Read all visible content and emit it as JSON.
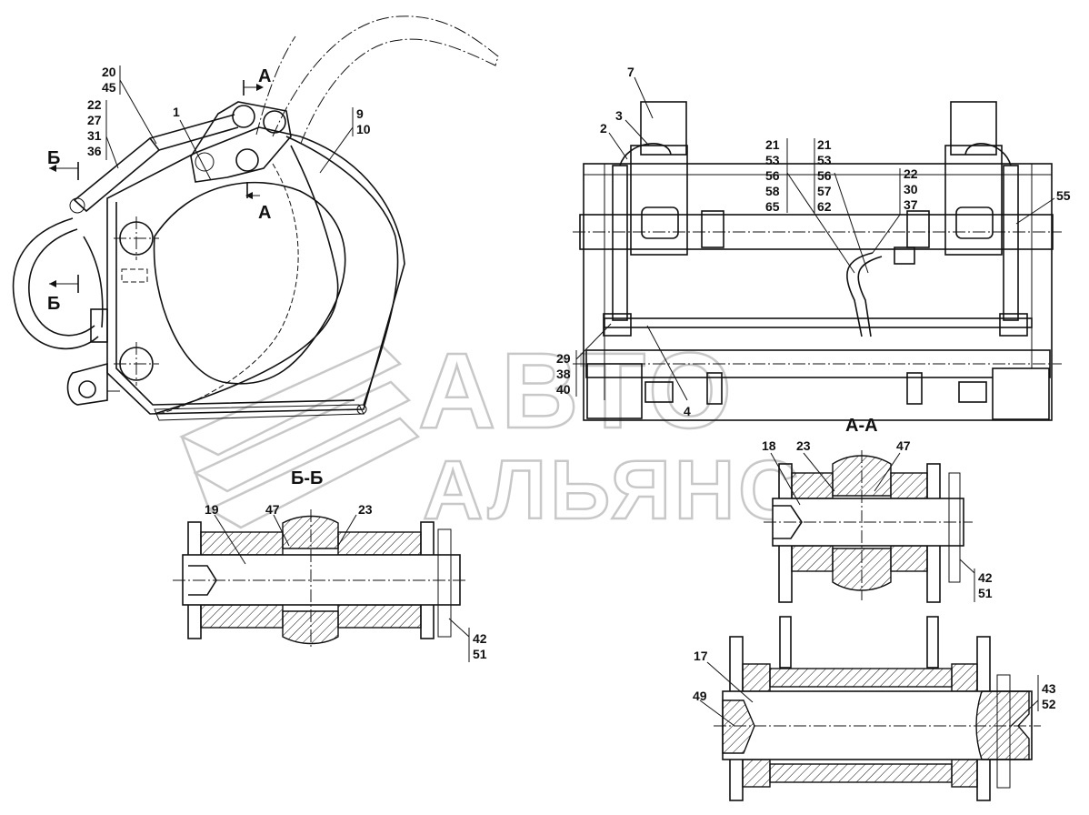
{
  "watermark": {
    "line1": "АВТО",
    "line2": "АЛЬЯНС"
  },
  "section_titles": {
    "a_a": "А-А",
    "b_b": "Б-Б",
    "cut_a": "А",
    "cut_b": "Б"
  },
  "side_view_labels": {
    "l20_45": [
      "20",
      "45"
    ],
    "l22_27_31_36": [
      "22",
      "27",
      "31",
      "36"
    ],
    "l1": "1",
    "l9_10": [
      "9",
      "10"
    ]
  },
  "front_view_labels": {
    "l7": "7",
    "l3": "3",
    "l2": "2",
    "l21_53_56_58_65": [
      "21",
      "53",
      "56",
      "58",
      "65"
    ],
    "l21_53_56_57_62": [
      "21",
      "53",
      "56",
      "57",
      "62"
    ],
    "l22_30_37": [
      "22",
      "30",
      "37"
    ],
    "l55": "55",
    "l29_38_40": [
      "29",
      "38",
      "40"
    ],
    "l4": "4"
  },
  "section_bb_labels": {
    "l19": "19",
    "l47": "47",
    "l23": "23",
    "l42_51": [
      "42",
      "51"
    ]
  },
  "section_aa_labels": {
    "l18": "18",
    "l23": "23",
    "l47": "47",
    "l42_51": [
      "42",
      "51"
    ]
  },
  "bottom_section_labels": {
    "l17": "17",
    "l49": "49",
    "l43_52": [
      "43",
      "52"
    ]
  }
}
